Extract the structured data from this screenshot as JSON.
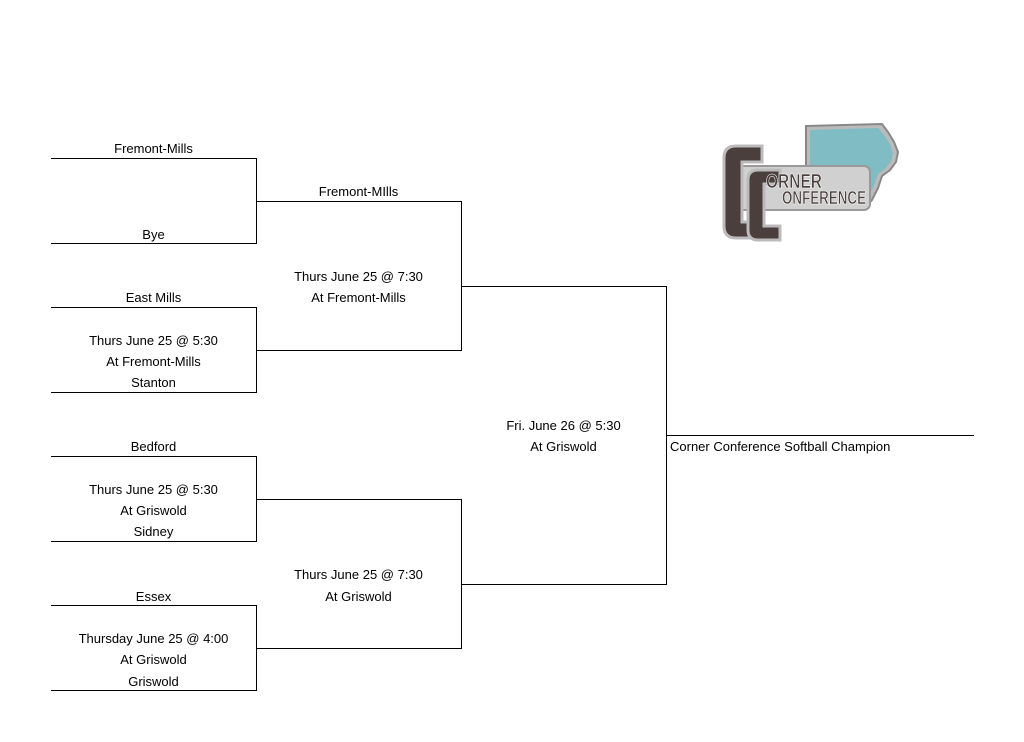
{
  "round1": {
    "m1": {
      "top": "Fremont-Mills",
      "bottom": "Bye"
    },
    "m2": {
      "top": "East Mills",
      "date": "Thurs June 25 @ 5:30",
      "site": "At Fremont-Mills",
      "bottom": "Stanton"
    },
    "m3": {
      "top": "Bedford",
      "date": "Thurs June 25 @ 5:30",
      "site": "At Griswold",
      "bottom": "Sidney"
    },
    "m4": {
      "top": "Essex",
      "date": "Thursday June 25 @ 4:00",
      "site": "At Griswold",
      "bottom": "Griswold"
    }
  },
  "round2": {
    "m1": {
      "top": "Fremont-MIlls",
      "date": "Thurs June 25 @ 7:30",
      "site": "At Fremont-Mills"
    },
    "m2": {
      "date": "Thurs June 25 @ 7:30",
      "site": "At Griswold"
    }
  },
  "final": {
    "date": "Fri. June 26 @ 5:30",
    "site": "At Griswold"
  },
  "champion_label": "Corner Conference Softball Champion",
  "logo": {
    "text_line1": "ORNER",
    "text_line2": "ONFERENCE",
    "colors": {
      "map": "#7fbcc4",
      "dark": "#4a3f3c",
      "outline": "#9a9a9a"
    }
  }
}
